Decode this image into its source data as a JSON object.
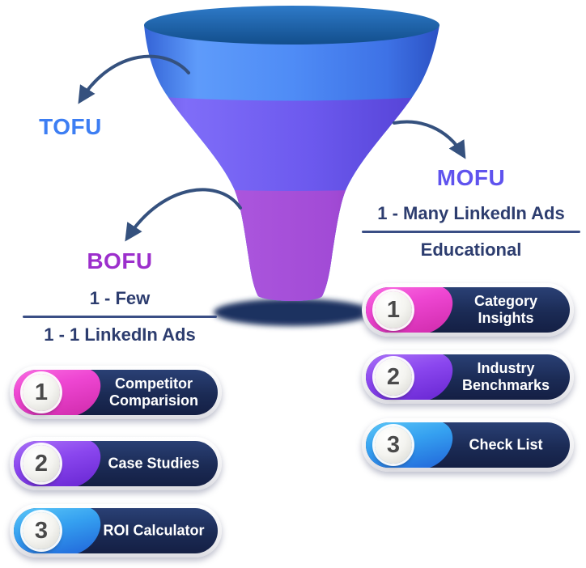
{
  "stages": {
    "tofu": {
      "label": "TOFU",
      "color": "#3D7EF3"
    },
    "mofu": {
      "label": "MOFU",
      "color": "#5F53EE",
      "line1": "1 - Many LinkedIn Ads",
      "line2": "Educational"
    },
    "bofu": {
      "label": "BOFU",
      "color": "#9C2FCC",
      "line1": "1 - Few",
      "line2": "1 - 1 LinkedIn Ads"
    }
  },
  "bofu_items": [
    {
      "number": "1",
      "line1": "Competitor",
      "line2": "Comparision",
      "accent": "#E637C8"
    },
    {
      "number": "2",
      "line1": "Case Studies",
      "line2": "",
      "accent": "#8B46EE"
    },
    {
      "number": "3",
      "line1": "ROI Calculator",
      "line2": "",
      "accent": "#33A3F2"
    }
  ],
  "mofu_items": [
    {
      "number": "1",
      "line1": "Category",
      "line2": "Insights",
      "accent": "#E637C8"
    },
    {
      "number": "2",
      "line1": "Industry",
      "line2": "Benchmarks",
      "accent": "#8B46EE"
    },
    {
      "number": "3",
      "line1": "Check List",
      "line2": "",
      "accent": "#33A3F2"
    }
  ],
  "colors": {
    "funnel_top_band": "#4F8CF6",
    "funnel_mid_band": "#6C59EE",
    "funnel_stem": "#A24BD6",
    "funnel_rim": "#1A64B0",
    "funnel_shadow": "#1F3060",
    "arrow": "#35517E",
    "navy_text": "#2D3D6F",
    "pill_body": "#1B2B55"
  }
}
